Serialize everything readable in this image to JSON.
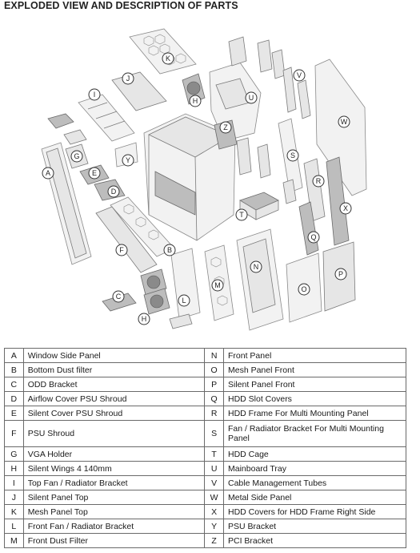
{
  "title": "EXPLODED VIEW AND DESCRIPTION OF PARTS",
  "callouts": [
    "A",
    "B",
    "C",
    "D",
    "E",
    "F",
    "G",
    "H",
    "I",
    "J",
    "K",
    "L",
    "M",
    "N",
    "O",
    "P",
    "Q",
    "R",
    "S",
    "T",
    "U",
    "V",
    "W",
    "X",
    "Y",
    "Z"
  ],
  "parts": [
    {
      "left_letter": "A",
      "left_desc": "Window Side Panel",
      "right_letter": "N",
      "right_desc": "Front Panel"
    },
    {
      "left_letter": "B",
      "left_desc": "Bottom Dust filter",
      "right_letter": "O",
      "right_desc": "Mesh Panel Front"
    },
    {
      "left_letter": "C",
      "left_desc": "ODD Bracket",
      "right_letter": "P",
      "right_desc": "Silent Panel Front"
    },
    {
      "left_letter": "D",
      "left_desc": "Airflow Cover PSU Shroud",
      "right_letter": "Q",
      "right_desc": "HDD Slot Covers"
    },
    {
      "left_letter": "E",
      "left_desc": "Silent Cover PSU Shroud",
      "right_letter": "R",
      "right_desc": "HDD Frame For Multi Mounting Panel"
    },
    {
      "left_letter": "F",
      "left_desc": "PSU Shroud",
      "right_letter": "S",
      "right_desc": "Fan / Radiator Bracket For Multi Mounting Panel"
    },
    {
      "left_letter": "G",
      "left_desc": "VGA Holder",
      "right_letter": "T",
      "right_desc": "HDD Cage"
    },
    {
      "left_letter": "H",
      "left_desc": "Silent Wings 4 140mm",
      "right_letter": "U",
      "right_desc": "Mainboard Tray"
    },
    {
      "left_letter": "I",
      "left_desc": "Top Fan / Radiator Bracket",
      "right_letter": "V",
      "right_desc": "Cable Management Tubes"
    },
    {
      "left_letter": "J",
      "left_desc": "Silent Panel Top",
      "right_letter": "W",
      "right_desc": "Metal Side Panel"
    },
    {
      "left_letter": "K",
      "left_desc": "Mesh Panel Top",
      "right_letter": "X",
      "right_desc": "HDD Covers for HDD Frame Right Side"
    },
    {
      "left_letter": "L",
      "left_desc": "Front Fan / Radiator Bracket",
      "right_letter": "Y",
      "right_desc": "PSU Bracket"
    },
    {
      "left_letter": "M",
      "left_desc": "Front Dust Filter",
      "right_letter": "Z",
      "right_desc": "PCI Bracket"
    }
  ]
}
